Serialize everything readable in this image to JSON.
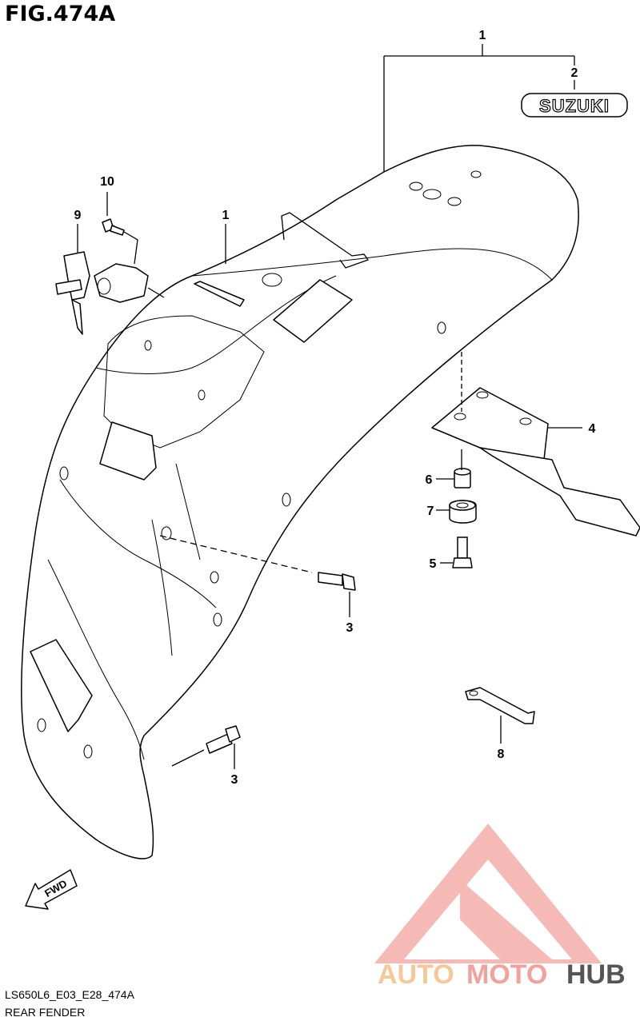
{
  "figure_title": "FIG.474A",
  "callouts": [
    {
      "id": "c1-top",
      "label": "1"
    },
    {
      "id": "c2",
      "label": "2"
    },
    {
      "id": "c1-mid",
      "label": "1"
    },
    {
      "id": "c10",
      "label": "10"
    },
    {
      "id": "c9",
      "label": "9"
    },
    {
      "id": "c4",
      "label": "4"
    },
    {
      "id": "c6",
      "label": "6"
    },
    {
      "id": "c7",
      "label": "7"
    },
    {
      "id": "c5",
      "label": "5"
    },
    {
      "id": "c3-mid",
      "label": "3"
    },
    {
      "id": "c8",
      "label": "8"
    },
    {
      "id": "c3-low",
      "label": "3"
    }
  ],
  "emblem_text": "SUZUKI",
  "fwd_text": "FWD",
  "footer": {
    "code": "LS650L6_E03_E28_474A",
    "name": "REAR FENDER"
  },
  "watermark": {
    "part1": "AUTO",
    "part2": "MOTO",
    "part3": "HUB",
    "color_primary": "#f2a19b",
    "color_secondary": "#f5c89a",
    "color_dark": "#555555"
  }
}
